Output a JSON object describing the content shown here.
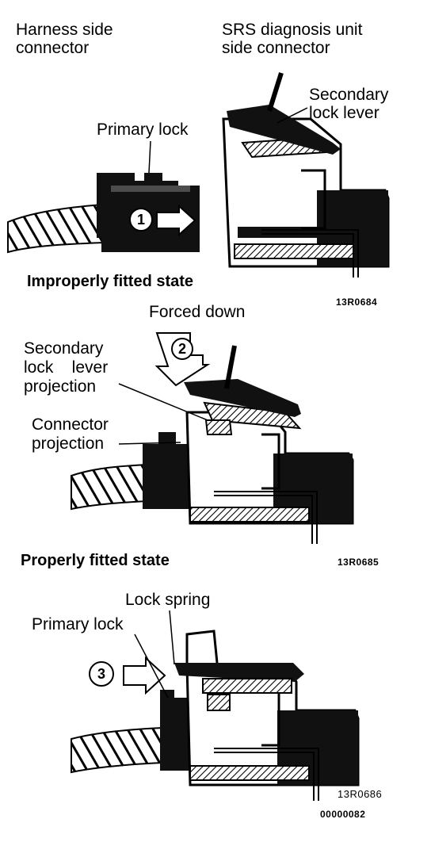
{
  "panel1": {
    "harness_line1": "Harness side",
    "harness_line2": "connector",
    "srs_line1": "SRS diagnosis unit",
    "srs_line2": "side connector",
    "secondary_line1": "Secondary",
    "secondary_line2": "lock lever",
    "primary_lock": "Primary lock",
    "step_number": "1",
    "state_caption": "Improperly fitted state",
    "figure_code": "13R0684"
  },
  "panel2": {
    "forced_down": "Forced down",
    "step_number": "2",
    "projection_line1": "Secondary",
    "projection_line2": "lock    lever",
    "projection_line3": "projection",
    "connector_line1": "Connector",
    "connector_line2": "projection",
    "state_caption": "Properly fitted state",
    "figure_code": "13R0685"
  },
  "panel3": {
    "lock_spring": "Lock spring",
    "primary_lock": "Primary lock",
    "step_number": "3",
    "figure_code": "13R0686",
    "doc_code": "00000082"
  },
  "colors": {
    "ink": "#000000",
    "paper": "#ffffff",
    "shade": "#1a1a1a"
  }
}
